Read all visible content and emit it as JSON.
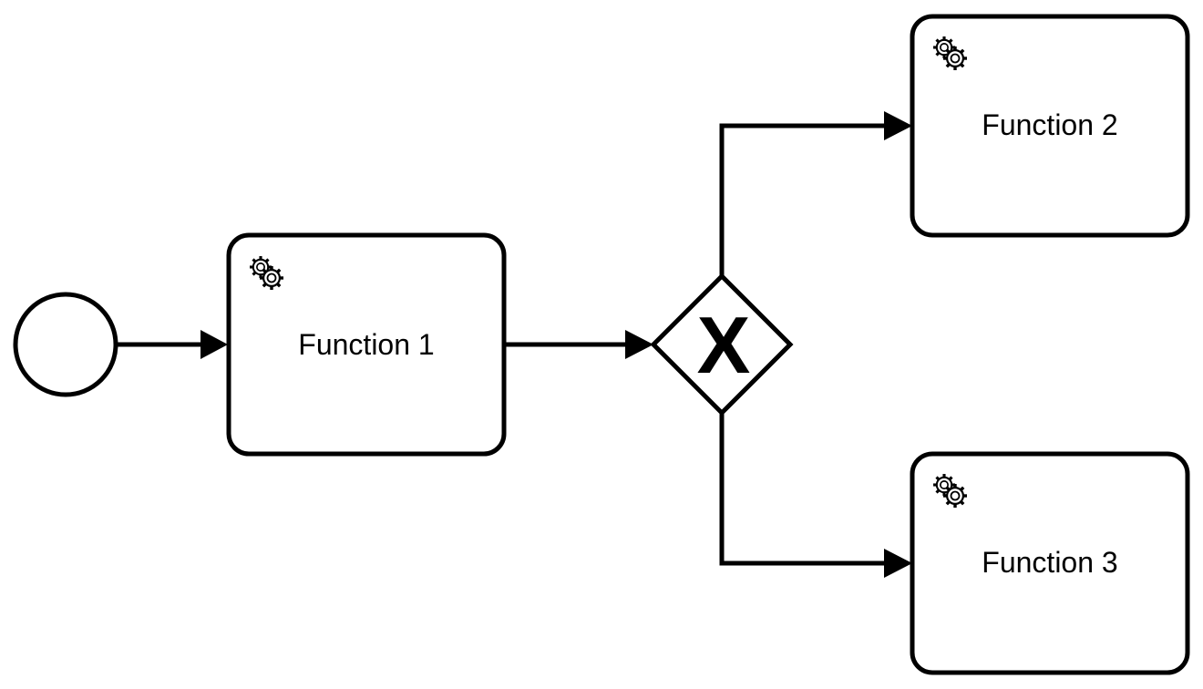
{
  "diagram": {
    "start_event": {
      "label": ""
    },
    "gateway": {
      "type": "exclusive",
      "marker": "X"
    },
    "tasks": [
      {
        "id": "t1",
        "label": "Function 1",
        "icon": "gears-icon"
      },
      {
        "id": "t2",
        "label": "Function 2",
        "icon": "gears-icon"
      },
      {
        "id": "t3",
        "label": "Function 3",
        "icon": "gears-icon"
      }
    ],
    "flows": [
      {
        "from": "start",
        "to": "t1"
      },
      {
        "from": "t1",
        "to": "gateway"
      },
      {
        "from": "gateway",
        "to": "t2"
      },
      {
        "from": "gateway",
        "to": "t3"
      }
    ]
  },
  "colors": {
    "stroke": "#000000",
    "fill": "#ffffff"
  }
}
